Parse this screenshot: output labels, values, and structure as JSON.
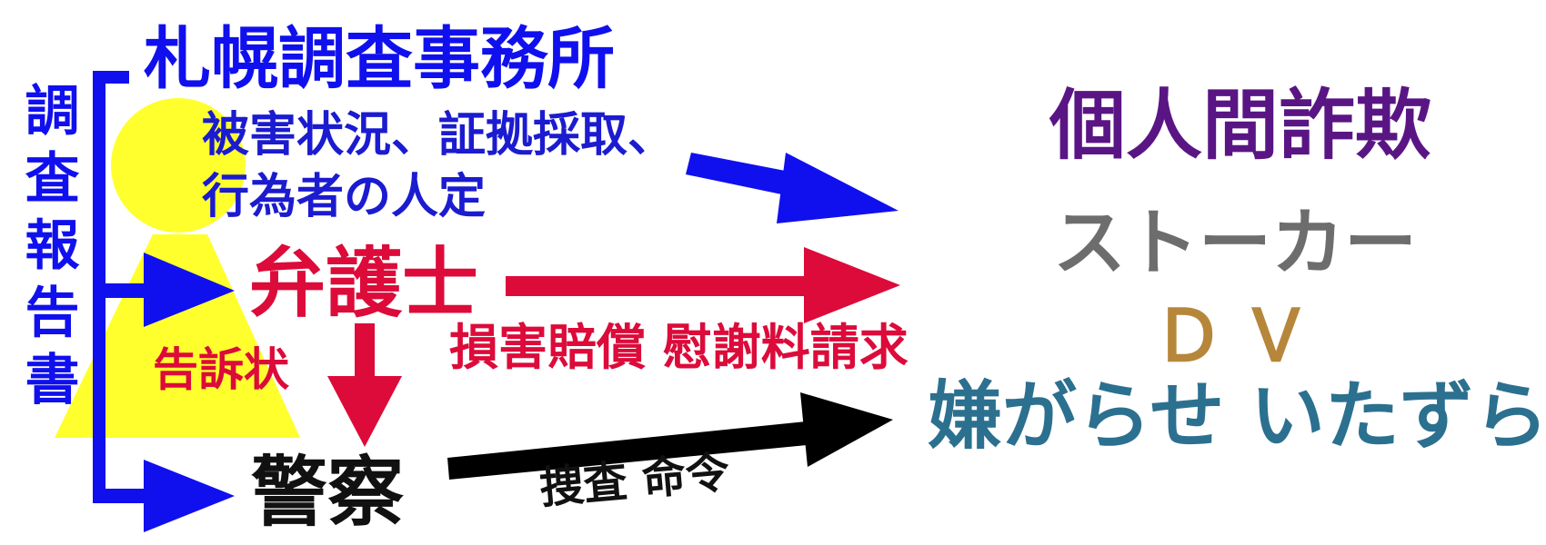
{
  "diagram": {
    "office_title": "札幌調査事務所",
    "findings_line1": "被害状況、証拠採取、",
    "findings_line2": "行為者の人定",
    "report_vertical": "調査報告書",
    "lawyer": "弁護士",
    "complaint": "告訴状",
    "damages": "損害賠償 慰謝料請求",
    "police": "警察",
    "investigation": "捜査 命令",
    "targets": {
      "fraud": "個人間詐欺",
      "stalker": "ストーカー",
      "dv": "ＤＶ",
      "harassment": "嫌がらせ いたずら"
    }
  },
  "colors": {
    "office_blue": "#1010ee",
    "lawyer_red": "#dc0b3a",
    "police_black": "#111111",
    "figure_yellow": "#ffff2e",
    "fraud_purple": "#5a1585",
    "stalker_gray": "#6d6d6d",
    "dv_gold": "#b6873a",
    "harassment_teal": "#2c7090"
  },
  "icons": {
    "background_figure": "person-silhouette-icon"
  }
}
